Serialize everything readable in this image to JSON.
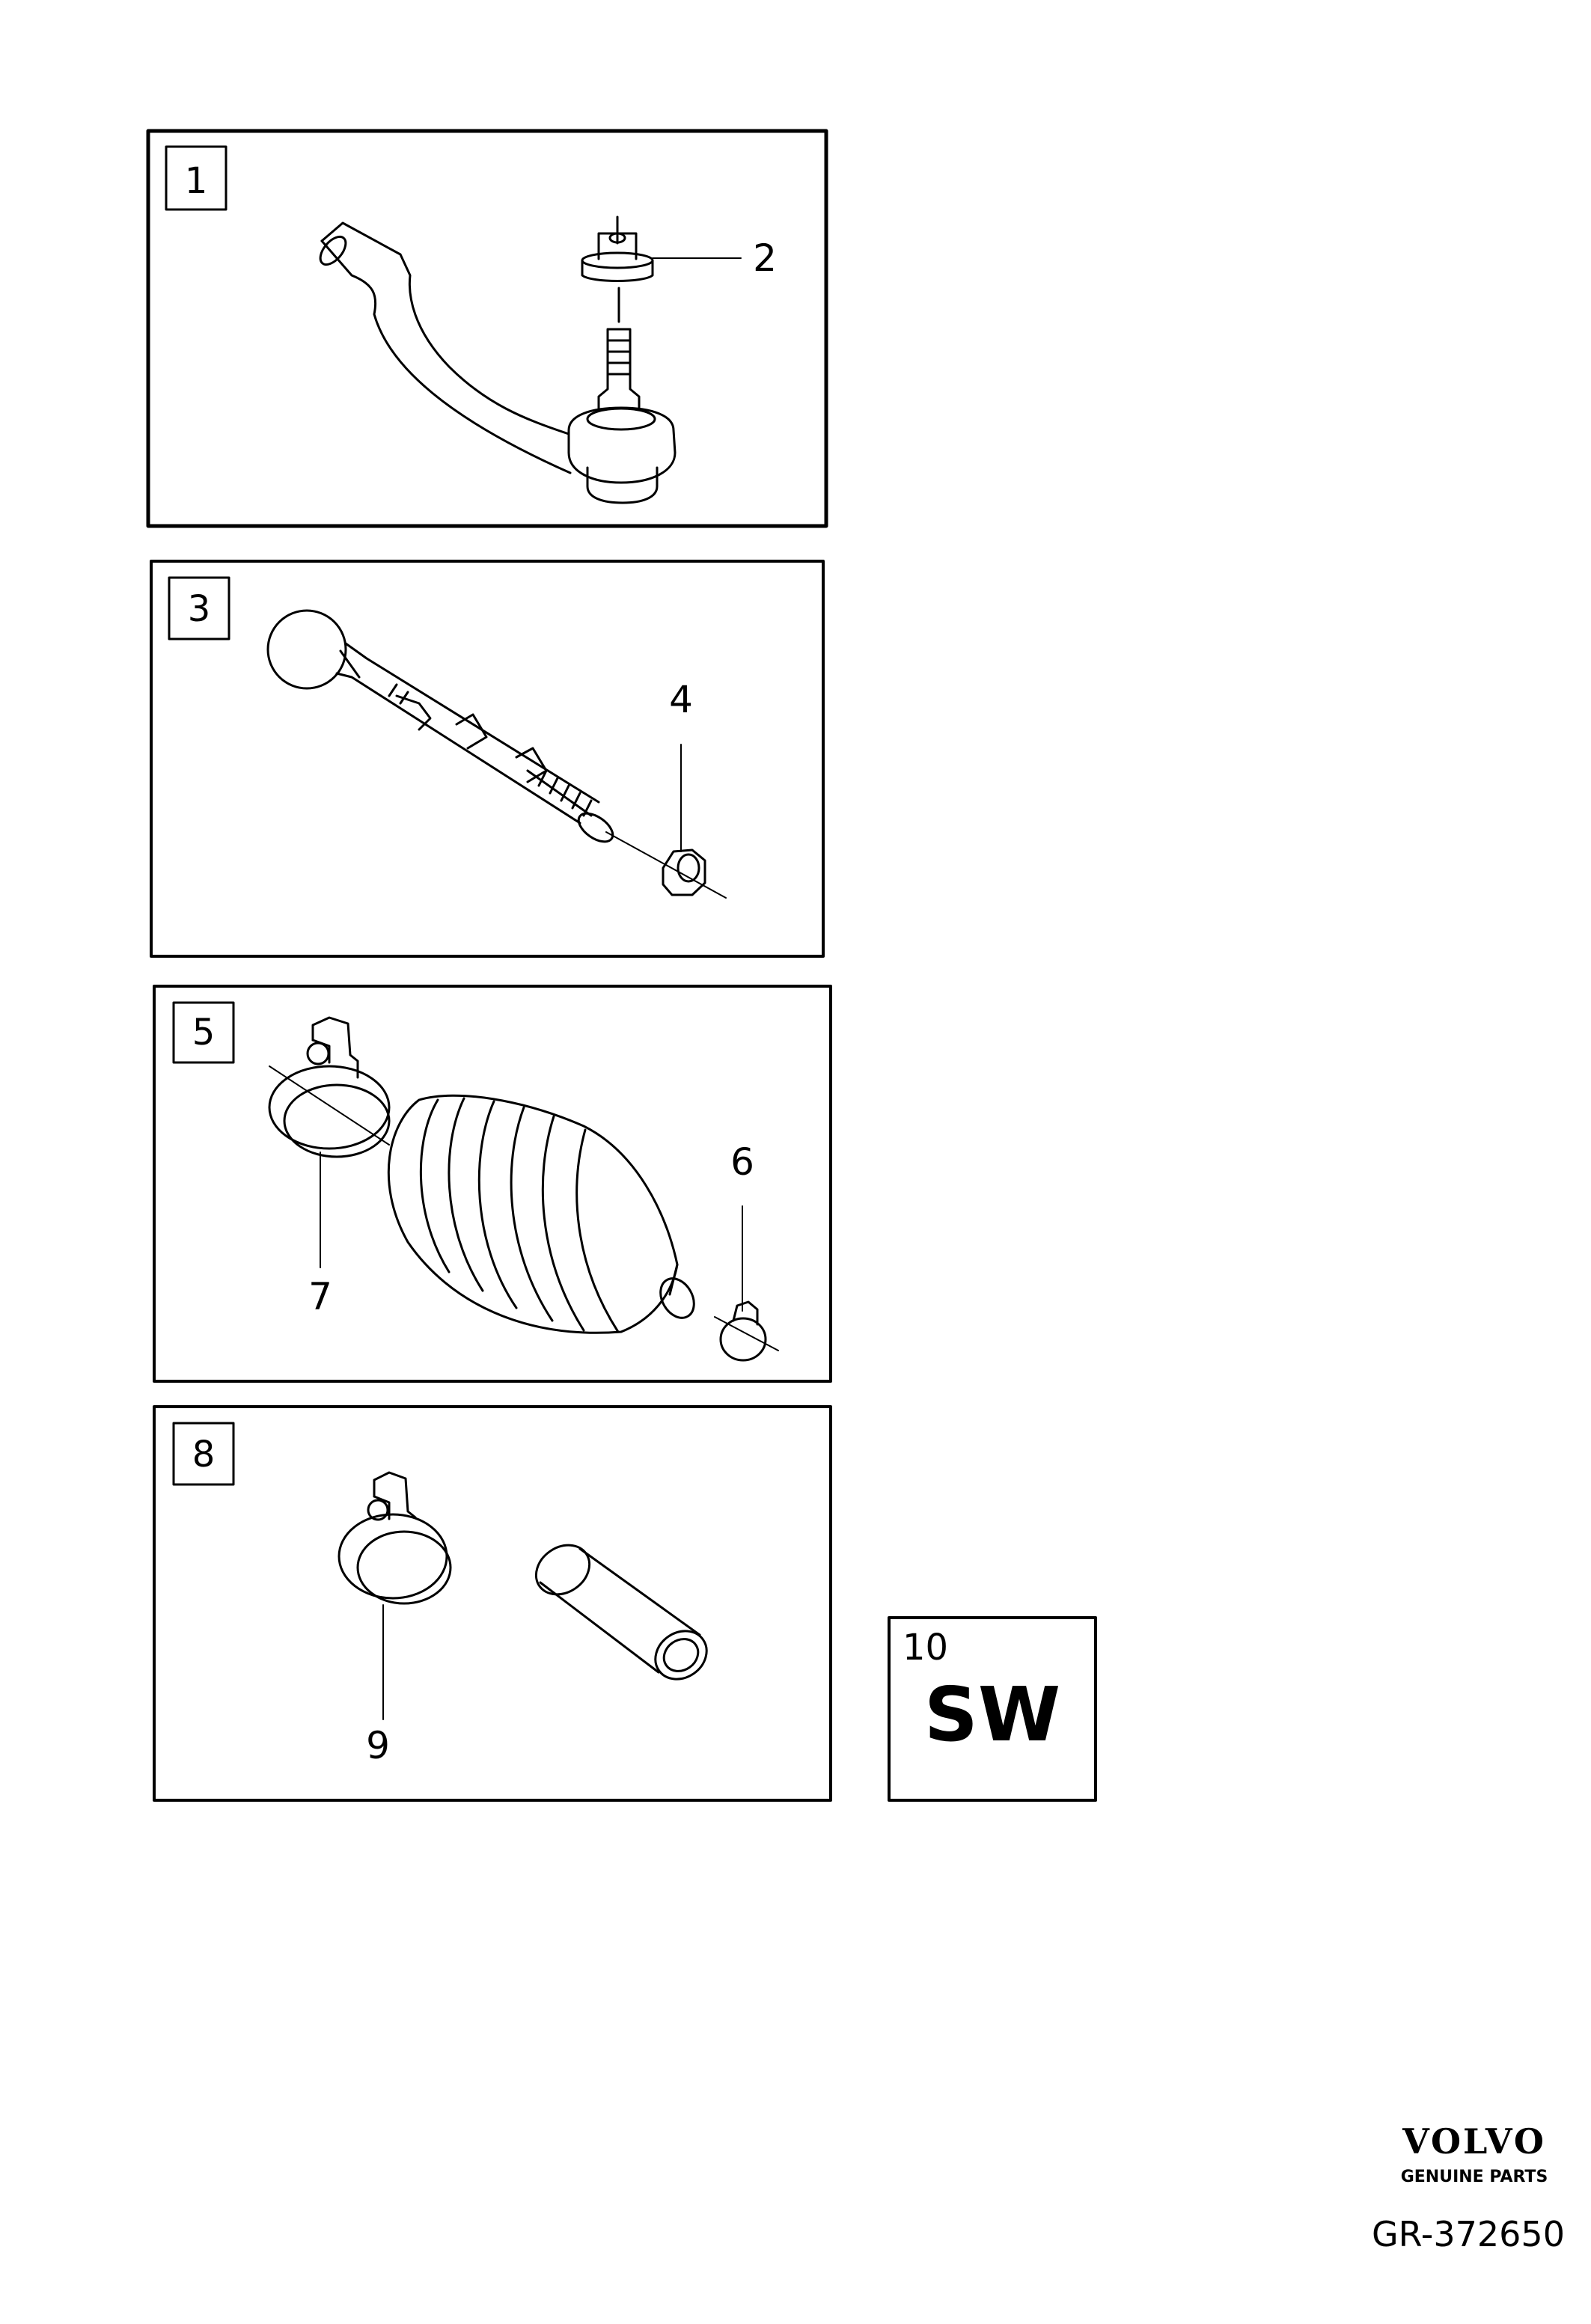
{
  "panels": [
    {
      "box_label": "1",
      "callouts": [
        "2"
      ]
    },
    {
      "box_label": "3",
      "callouts": [
        "4"
      ]
    },
    {
      "box_label": "5",
      "callouts": [
        "6",
        "7"
      ]
    },
    {
      "box_label": "8",
      "callouts": [
        "9"
      ]
    }
  ],
  "sw_box": {
    "number": "10",
    "code": "SW"
  },
  "logo": {
    "brand": "VOLVO",
    "tagline": "GENUINE PARTS"
  },
  "reference": "GR-372650"
}
